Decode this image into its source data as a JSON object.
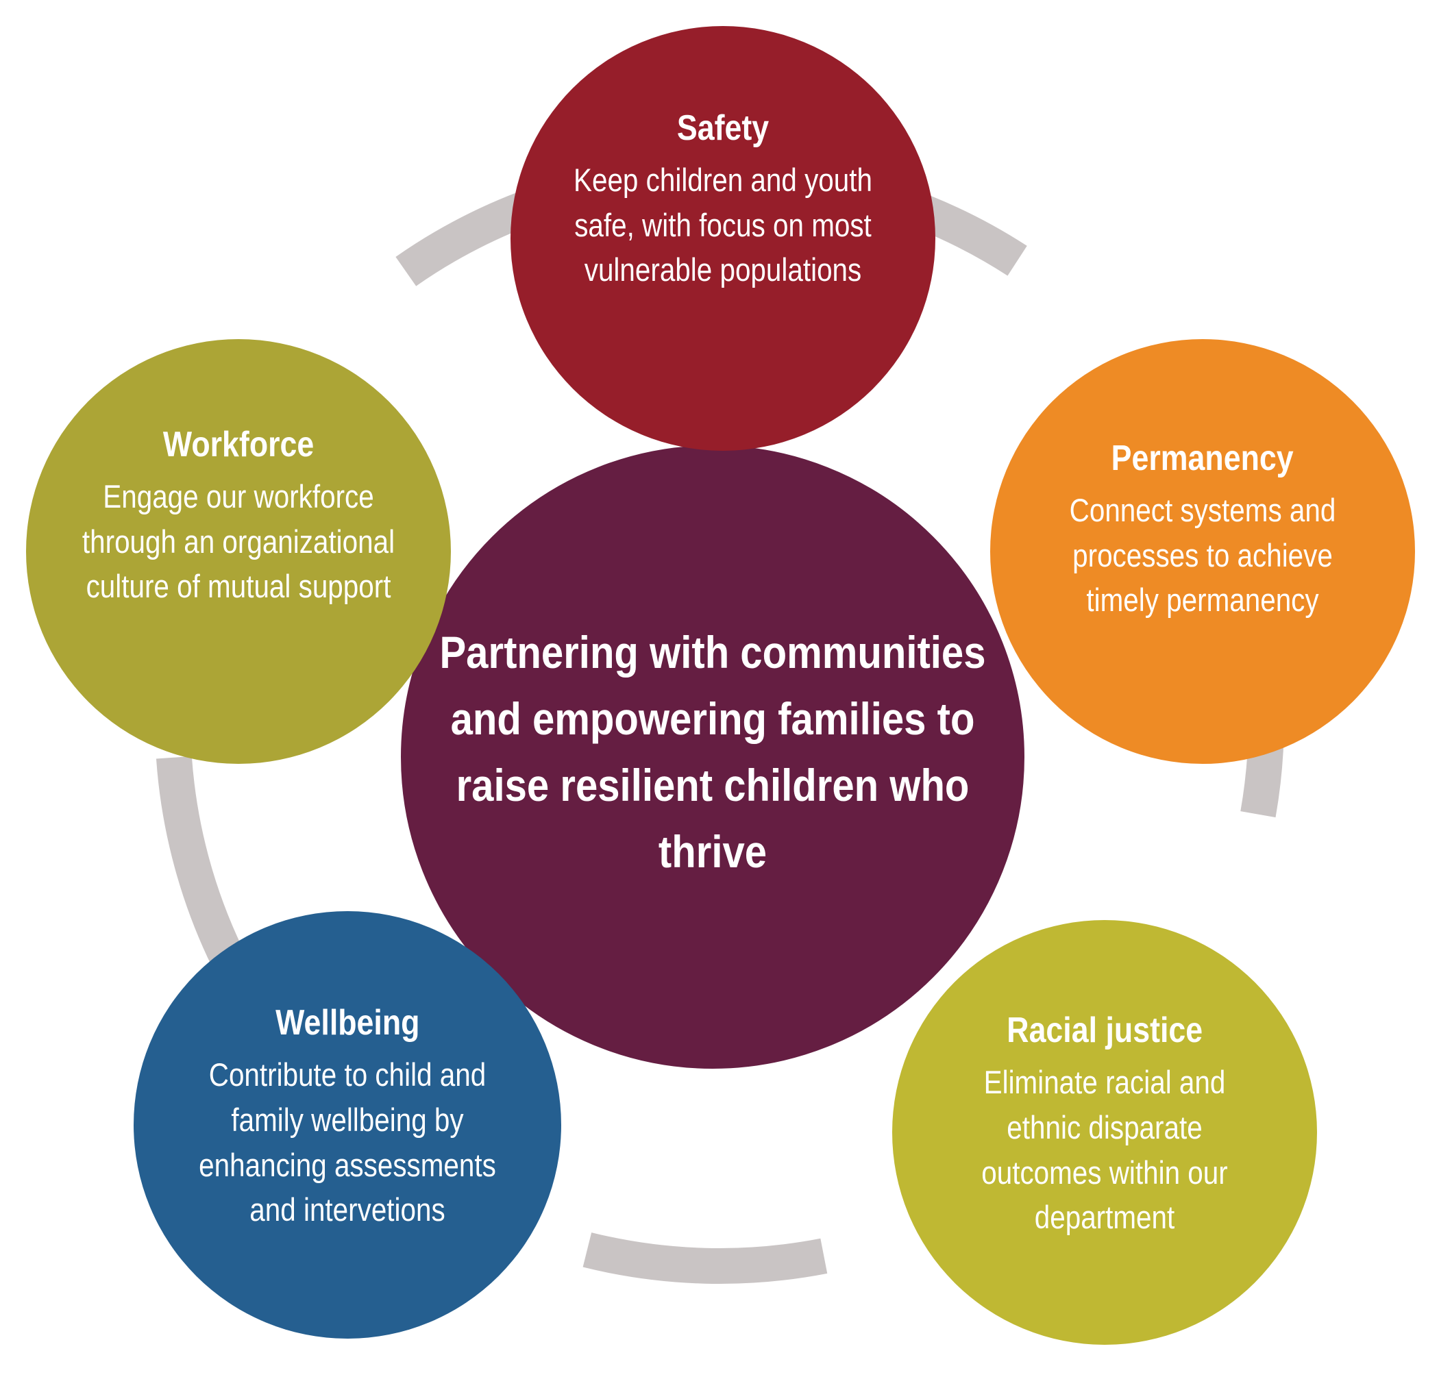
{
  "colors": {
    "center": "#651e42",
    "safety": "#961e2a",
    "permanency": "#ee8b25",
    "racial_justice": "#bfb833",
    "wellbeing": "#255f90",
    "workforce": "#aca536",
    "ring": "#c9c4c4"
  },
  "center": {
    "text": "Partnering with communities and empowering families to raise resilient children who thrive"
  },
  "goals": {
    "safety": {
      "title": "Safety",
      "body": "Keep children and youth safe, with focus on most vulnerable populations"
    },
    "permanency": {
      "title": "Permanency",
      "body": "Connect systems and processes to achieve timely permanency"
    },
    "racial_justice": {
      "title": "Racial justice",
      "body": "Eliminate racial and ethnic disparate outcomes within our department"
    },
    "wellbeing": {
      "title": "Wellbeing",
      "body": "Contribute to child and family wellbeing by enhancing assessments and intervetions"
    },
    "workforce": {
      "title": "Workforce",
      "body": "Engage our workforce through an organizational culture of mutual support"
    }
  }
}
